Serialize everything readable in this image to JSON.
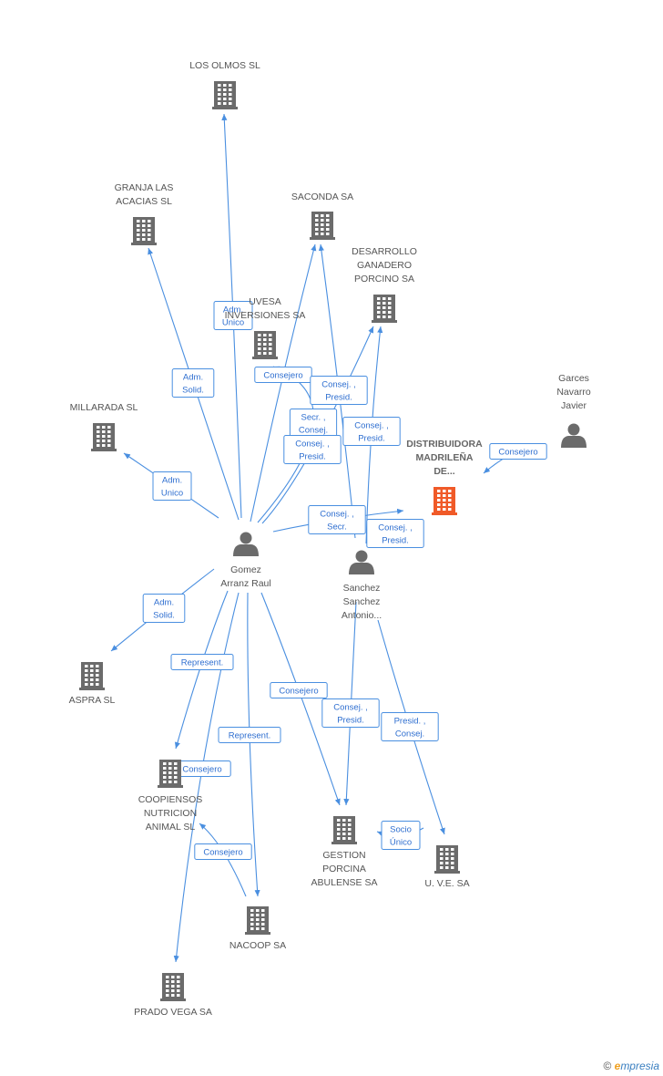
{
  "diagram": {
    "nodes": [
      {
        "id": "los_olmos",
        "type": "company",
        "label": [
          "LOS OLMOS SL"
        ]
      },
      {
        "id": "granja",
        "type": "company",
        "label": [
          "GRANJA LAS",
          "ACACIAS SL"
        ]
      },
      {
        "id": "saconda",
        "type": "company",
        "label": [
          "SACONDA SA"
        ]
      },
      {
        "id": "desarrollo",
        "type": "company",
        "label": [
          "DESARROLLO",
          "GANADERO",
          "PORCINO SA"
        ]
      },
      {
        "id": "uvesa",
        "type": "company",
        "label": [
          "UVESA",
          "INVERSIONES SA"
        ]
      },
      {
        "id": "millarada",
        "type": "company",
        "label": [
          "MILLARADA SL"
        ]
      },
      {
        "id": "distribuidora",
        "type": "company-focus",
        "label": [
          "DISTRIBUIDORA",
          "MADRILEÑA",
          "DE..."
        ]
      },
      {
        "id": "garces",
        "type": "person",
        "label": [
          "Garces",
          "Navarro",
          "Javier"
        ]
      },
      {
        "id": "gomez",
        "type": "person",
        "label": [
          "Gomez",
          "Arranz Raul"
        ]
      },
      {
        "id": "sanchez",
        "type": "person",
        "label": [
          "Sanchez",
          "Sanchez",
          "Antonio..."
        ]
      },
      {
        "id": "aspra",
        "type": "company",
        "label": [
          "ASPRA SL"
        ]
      },
      {
        "id": "coopiensos",
        "type": "company",
        "label": [
          "COOPIENSOS",
          "NUTRICION",
          "ANIMAL  SL"
        ]
      },
      {
        "id": "gestion",
        "type": "company",
        "label": [
          "GESTION",
          "PORCINA",
          "ABULENSE SA"
        ]
      },
      {
        "id": "uve",
        "type": "company",
        "label": [
          "U. V.E. SA"
        ]
      },
      {
        "id": "nacoop",
        "type": "company",
        "label": [
          "NACOOP SA"
        ]
      },
      {
        "id": "prado",
        "type": "company",
        "label": [
          "PRADO VEGA SA"
        ]
      }
    ],
    "edges": [
      {
        "from": "gomez",
        "to": "los_olmos",
        "label": [
          "Adm.",
          "Unico"
        ]
      },
      {
        "from": "gomez",
        "to": "granja",
        "label": [
          "Adm.",
          "Solid."
        ]
      },
      {
        "from": "gomez",
        "to": "saconda",
        "label": [
          "Consejero"
        ]
      },
      {
        "from": "gomez",
        "to": "uvesa",
        "label": [
          "Secr. ,",
          "Consej."
        ]
      },
      {
        "from": "gomez",
        "to": "desarrollo",
        "label": [
          "Consej. ,",
          "Presid."
        ]
      },
      {
        "from": "gomez",
        "to": "millarada",
        "label": [
          "Adm.",
          "Unico"
        ]
      },
      {
        "from": "gomez",
        "to": "distribuidora",
        "label": [
          "Consej. ,",
          "Secr."
        ]
      },
      {
        "from": "gomez",
        "to": "aspra",
        "label": [
          "Adm.",
          "Solid."
        ]
      },
      {
        "from": "gomez",
        "to": "coopiensos",
        "label": [
          "Represent."
        ]
      },
      {
        "from": "gomez",
        "to": "nacoop",
        "label": [
          "Represent."
        ]
      },
      {
        "from": "gomez",
        "to": "gestion",
        "label": [
          "Consejero"
        ]
      },
      {
        "from": "gomez",
        "to": "prado",
        "label": [
          "Consejero"
        ]
      },
      {
        "from": "nacoop",
        "to": "coopiensos",
        "label": [
          "Consejero"
        ]
      },
      {
        "from": "sanchez",
        "to": "saconda",
        "label": [
          "Consej. ,",
          "Presid."
        ]
      },
      {
        "from": "sanchez",
        "to": "desarrollo",
        "label": [
          "Consej. ,",
          "Presid."
        ]
      },
      {
        "from": "sanchez",
        "to": "distribuidora",
        "label": [
          "Consej. ,",
          "Presid."
        ]
      },
      {
        "from": "sanchez",
        "to": "gestion",
        "label": [
          "Consej. ,",
          "Presid."
        ]
      },
      {
        "from": "sanchez",
        "to": "uve",
        "label": [
          "Presid. ,",
          "Consej."
        ]
      },
      {
        "from": "uve",
        "to": "gestion",
        "label": [
          "Socio",
          "Único"
        ]
      },
      {
        "from": "garces",
        "to": "distribuidora",
        "label": [
          "Consejero"
        ]
      }
    ]
  },
  "footer": {
    "copyright": "©",
    "brand_e": "e",
    "brand_rest": "mpresia"
  },
  "colors": {
    "edge": "#4a8fe0",
    "company_icon": "#6b6b6b",
    "focus_icon": "#f05a28",
    "person_icon": "#6b6b6b"
  }
}
